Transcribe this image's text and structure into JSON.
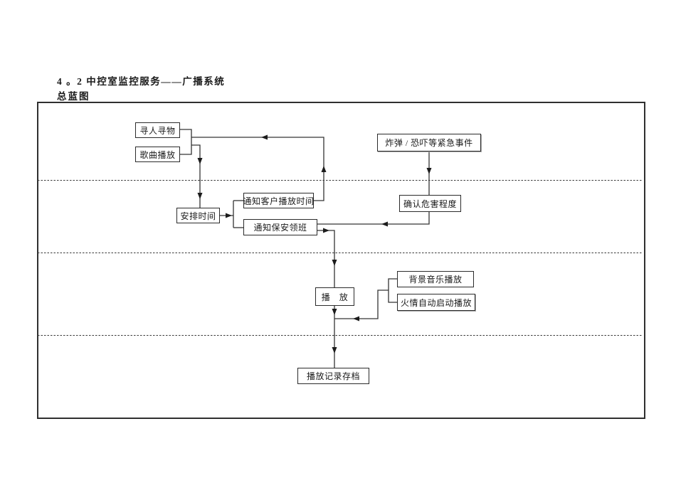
{
  "page": {
    "title": "4 。2 中控室监控服务——广播系统",
    "subtitle": "总蓝图"
  },
  "flowchart": {
    "nodes": {
      "find_person": "寻人寻物",
      "song_play": "歌曲播放",
      "emergency": "炸弹 / 恐吓等紧急事件",
      "arrange_time": "安排时间",
      "notify_customer": "通知客户播放时间",
      "notify_security": "通知保安领班",
      "confirm_harm": "确认危害程度",
      "play": "播　放",
      "bgm_play": "背景音乐播放",
      "fire_auto_play": "火情自动启动播放",
      "archive": "播放记录存档"
    },
    "edges": [
      {
        "from": "寻人寻物/歌曲播放",
        "to": "安排时间"
      },
      {
        "from": "安排时间",
        "to": "通知客户播放时间"
      },
      {
        "from": "安排时间",
        "to": "通知保安领班"
      },
      {
        "from": "通知客户播放时间",
        "to": "寻人寻物/歌曲播放"
      },
      {
        "from": "炸弹 / 恐吓等紧急事件",
        "to": "确认危害程度"
      },
      {
        "from": "确认危害程度",
        "to": "通知保安领班"
      },
      {
        "from": "通知保安领班",
        "to": "播　放"
      },
      {
        "from": "背景音乐播放/火情自动启动播放",
        "to": "播　放 下行线"
      },
      {
        "from": "播　放",
        "to": "播放记录存档"
      }
    ],
    "lane_divider_count": 3
  }
}
